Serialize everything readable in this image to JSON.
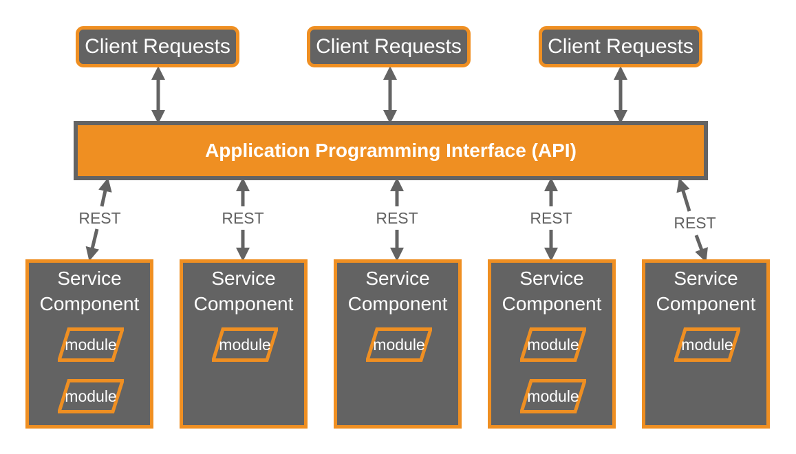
{
  "colors": {
    "orange": "#ef8f22",
    "gray": "#636363",
    "white": "#ffffff"
  },
  "clients": [
    {
      "label": "Client Requests"
    },
    {
      "label": "Client Requests"
    },
    {
      "label": "Client Requests"
    }
  ],
  "api": {
    "label": "Application Programming Interface (API)"
  },
  "connections": {
    "rest_label": "REST"
  },
  "services": [
    {
      "title_line1": "Service",
      "title_line2": "Component",
      "modules": [
        "module",
        "module"
      ]
    },
    {
      "title_line1": "Service",
      "title_line2": "Component",
      "modules": [
        "module"
      ]
    },
    {
      "title_line1": "Service",
      "title_line2": "Component",
      "modules": [
        "module"
      ]
    },
    {
      "title_line1": "Service",
      "title_line2": "Component",
      "modules": [
        "module",
        "module"
      ]
    },
    {
      "title_line1": "Service",
      "title_line2": "Component",
      "modules": [
        "module"
      ]
    }
  ]
}
